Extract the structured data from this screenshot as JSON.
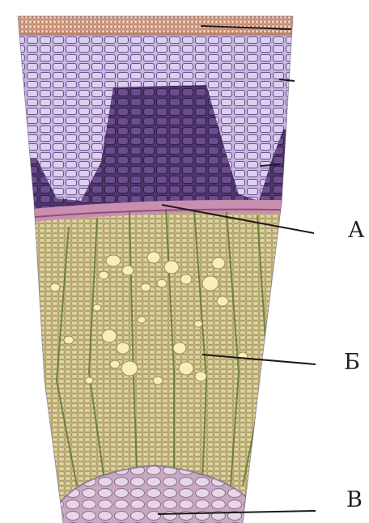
{
  "labels": {
    "a": "А",
    "b": "Б",
    "v": "В"
  },
  "colors": {
    "cork": "#d9a58f",
    "bark_light": "#c8b6e0",
    "bark_dark": "#5a3e7a",
    "cambium": "#c98fb0",
    "wood": "#d6c58e",
    "wood_lines": "#6b7a3a",
    "vessel": "#f4ecb4",
    "pith": "#d9c2d8",
    "leader": "#1a1a1a"
  }
}
